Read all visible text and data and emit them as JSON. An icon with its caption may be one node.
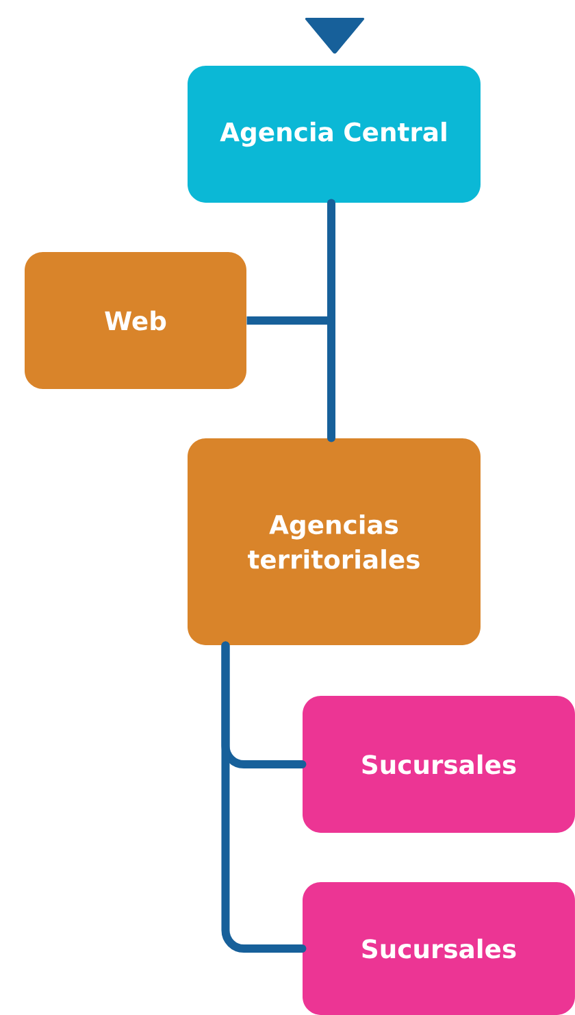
{
  "diagram": {
    "nodes": [
      {
        "text": [
          "Agencia Central"
        ]
      },
      {
        "text": [
          "Web"
        ]
      },
      {
        "text": [
          "Agencias territoriales"
        ]
      },
      {
        "text": [
          "Sucursales"
        ]
      },
      {
        "text": [
          "Sucursales"
        ]
      }
    ],
    "edges": [
      {
        "from": 0,
        "to": 1,
        "arrow": "none"
      },
      {
        "from": 0,
        "to": 2,
        "arrow": "none"
      },
      {
        "from": 2,
        "to": 3,
        "arrow": "none"
      },
      {
        "from": 2,
        "to": 4,
        "arrow": "none"
      }
    ]
  }
}
